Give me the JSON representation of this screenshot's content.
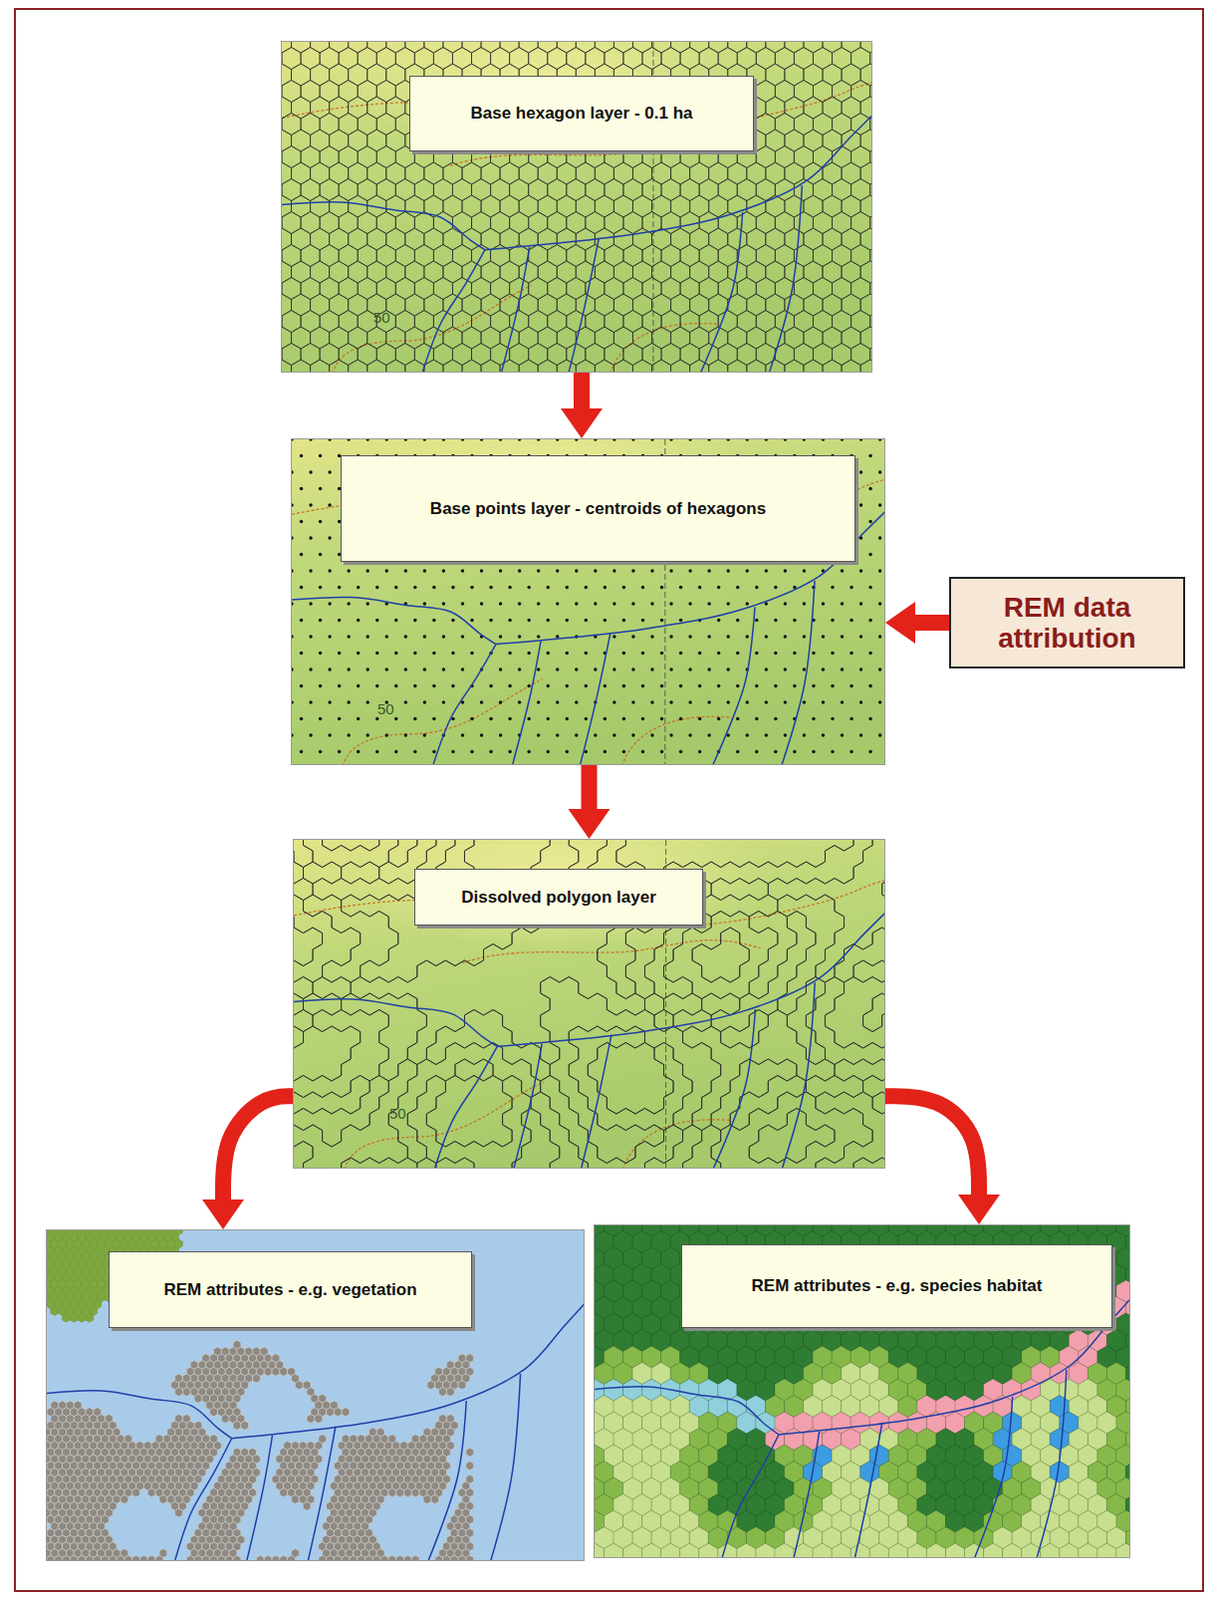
{
  "diagram": {
    "nodes": [
      {
        "text": [
          "Base hexagon layer - 0.1 ha"
        ]
      },
      {
        "text": [
          "Base points layer - centroids of hexagons"
        ]
      },
      {
        "text": [
          "REM data attribution"
        ]
      },
      {
        "text": [
          "Dissolved polygon layer"
        ]
      },
      {
        "text": [
          "REM attributes - e.g. vegetation"
        ]
      },
      {
        "text": [
          "REM attributes - e.g. species habitat"
        ]
      }
    ],
    "edges": [
      {
        "from": 0,
        "to": 1,
        "arrow": "to"
      },
      {
        "from": 2,
        "to": 1,
        "arrow": "to"
      },
      {
        "from": 1,
        "to": 3,
        "arrow": "to"
      },
      {
        "from": 3,
        "to": 4,
        "arrow": "to"
      },
      {
        "from": 3,
        "to": 5,
        "arrow": "to"
      }
    ],
    "labels": [
      "50",
      "50",
      "50"
    ]
  }
}
